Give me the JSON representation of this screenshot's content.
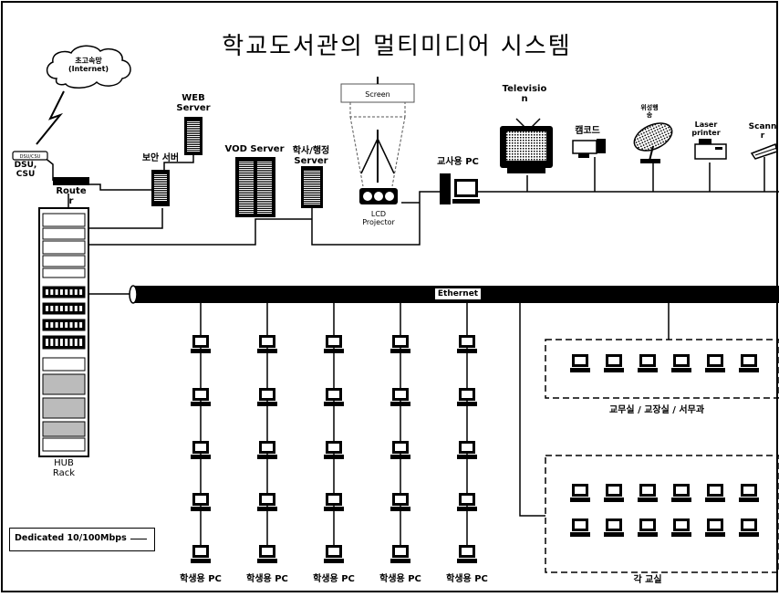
{
  "title": "학교도서관의 멀티미디어 시스템",
  "labels": {
    "internet": "초고속망\n(Internet)",
    "dsu": "DSU,\nCSU",
    "dsu_box": "DSU/CSU",
    "router": "Route\nr",
    "firewall": "보안 서버",
    "web": "WEB\nServer",
    "vod": "VOD Server",
    "admin": "학사/행정\nServer",
    "screen": "Screen",
    "lcd": "LCD\nProjector",
    "teacher": "교사용 PC",
    "tv": "Televisio\nn",
    "camcorder": "캠코드",
    "satellite": "위성행\n송",
    "laser": "Laser\nprinter",
    "scanner": "Scann\nr",
    "hub": "HUB\nRack",
    "ethernet": "Ethernet",
    "student": "학생용 PC",
    "office": "교무실 / 교장실 / 서무과",
    "classroom": "각 교실"
  },
  "legend": {
    "text": "Dedicated 10/100Mbps"
  },
  "student_columns": 5,
  "student_rows": 5,
  "office_pcs": 6,
  "classroom_rows": 2,
  "classroom_cols": 6
}
